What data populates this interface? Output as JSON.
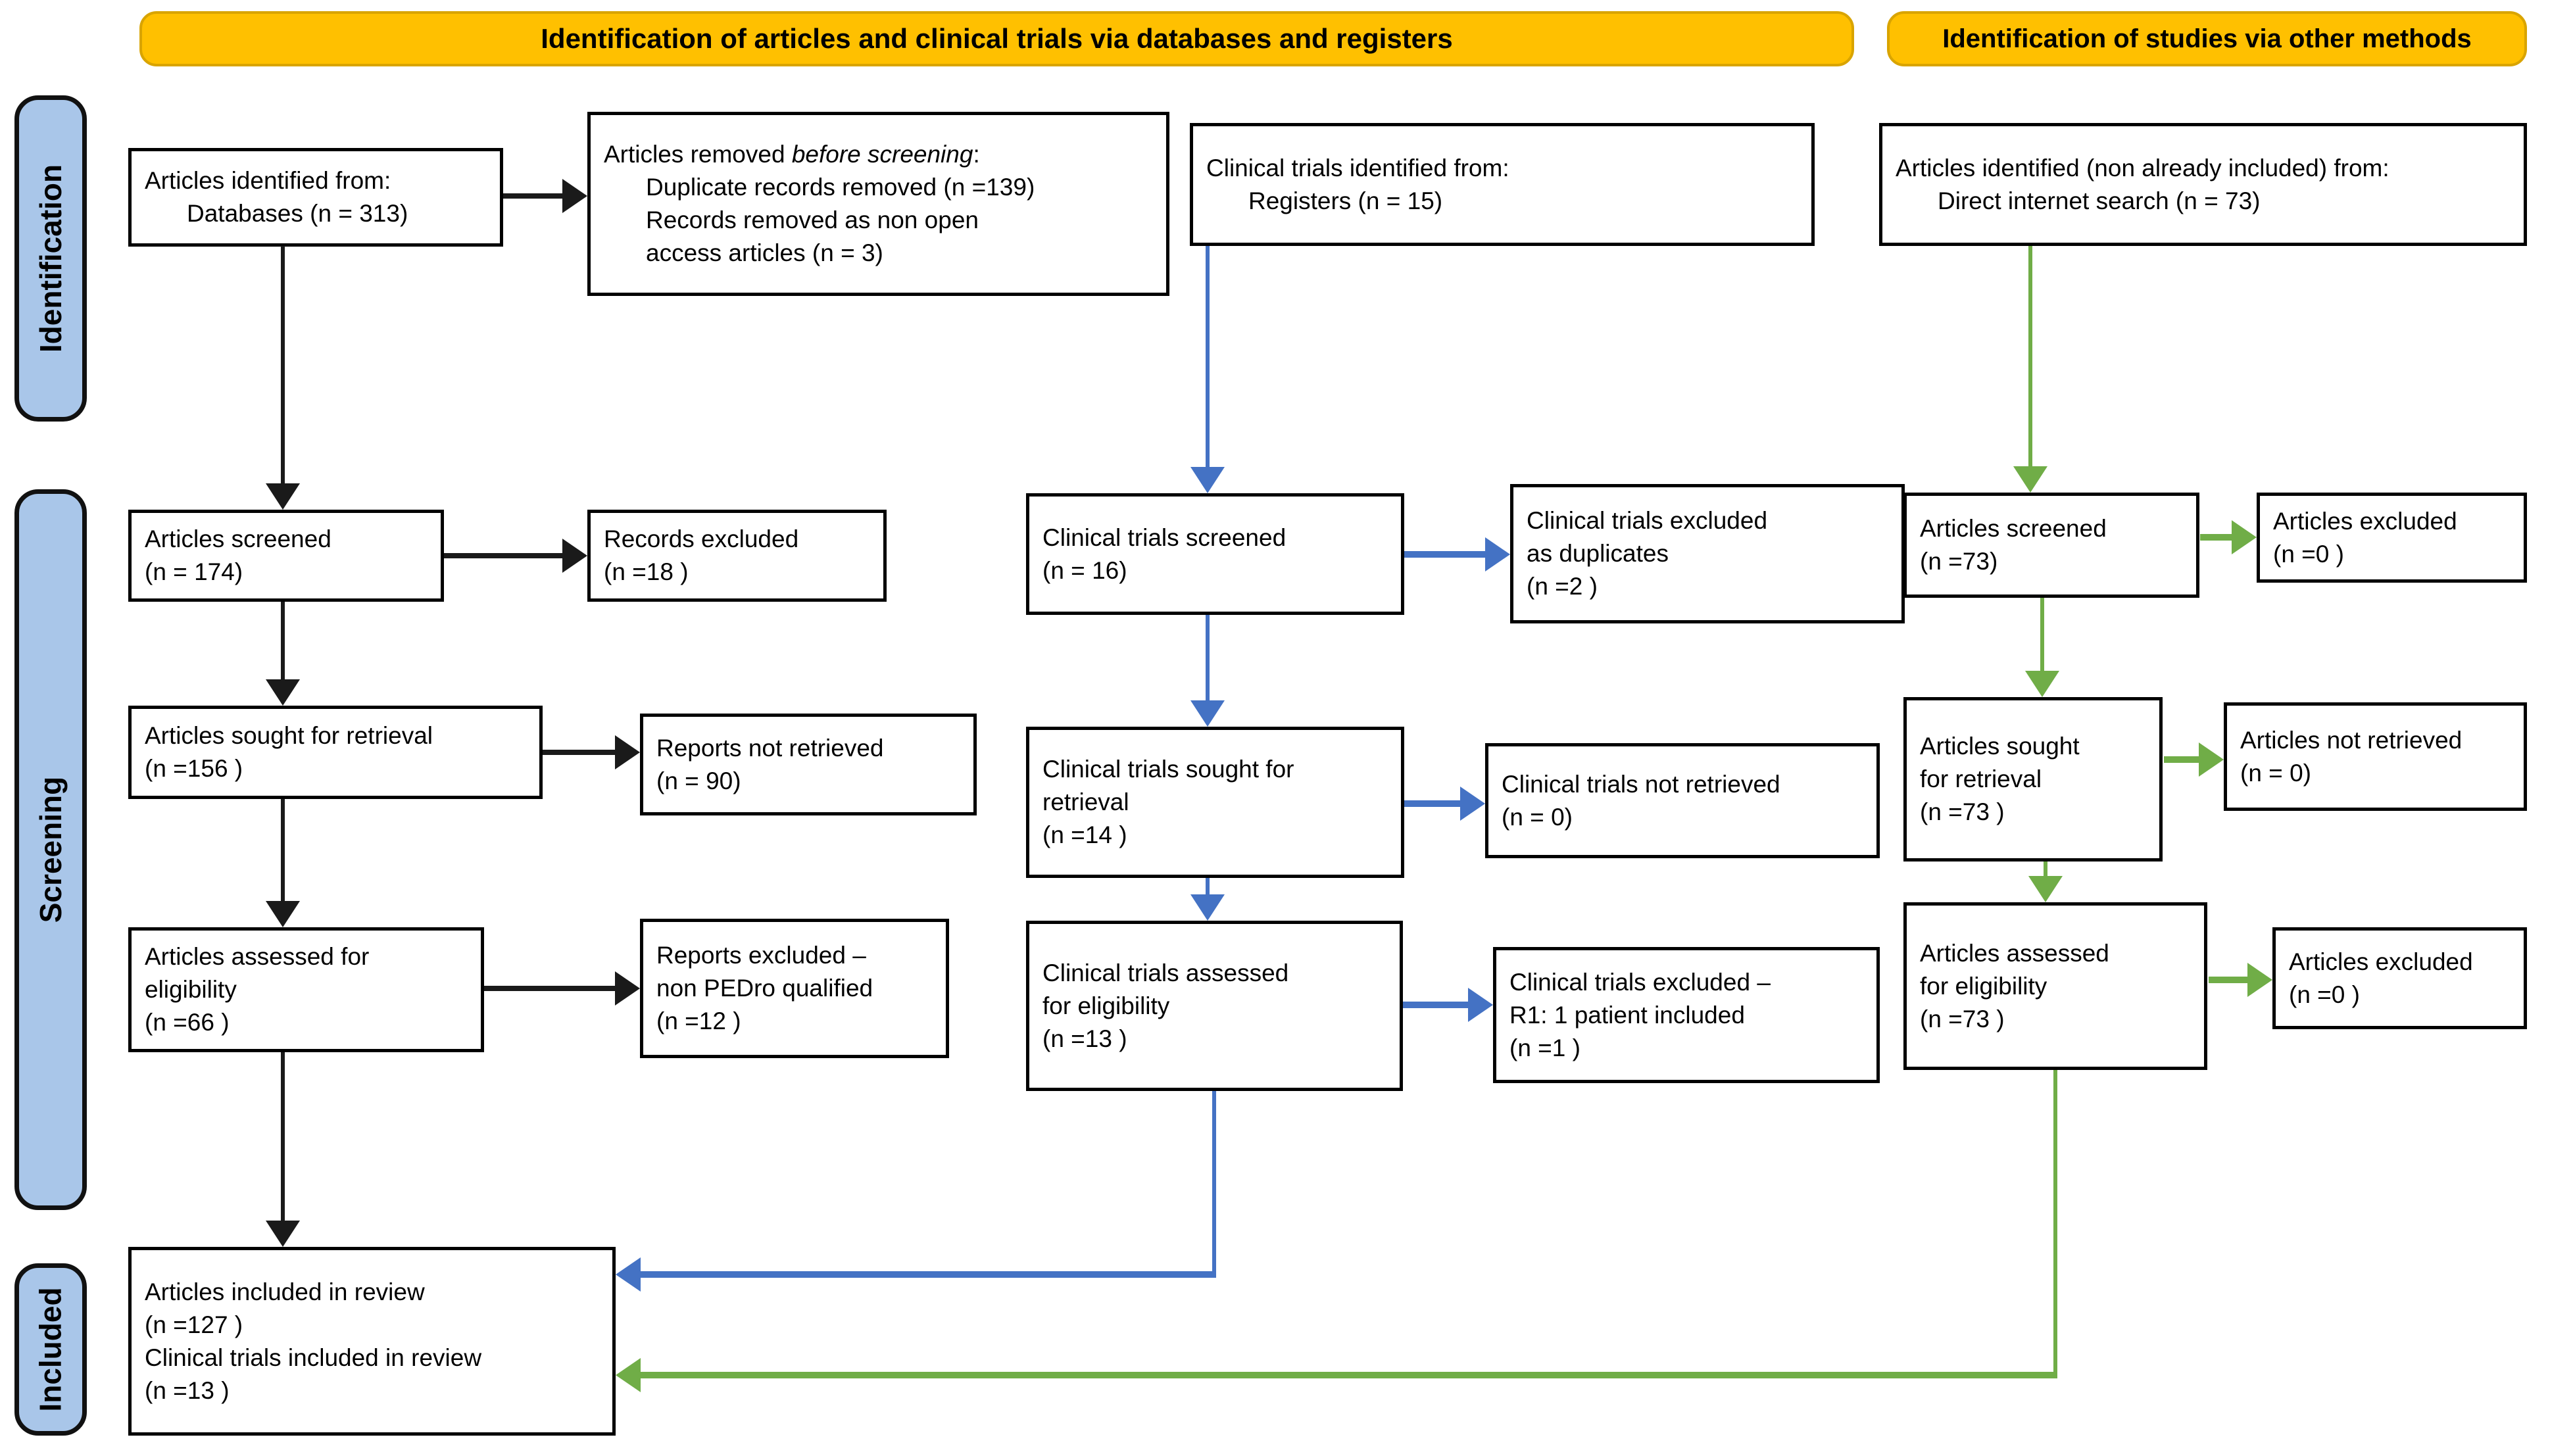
{
  "diagram": {
    "banners": {
      "databases": "Identification of articles and clinical trials via databases and registers",
      "other": "Identification of studies via other methods"
    },
    "stages": {
      "identification": "Identification",
      "screening": "Screening",
      "included": "Included"
    },
    "colors": {
      "banner_fill": "#FFC000",
      "stage_fill": "#A9C6E9",
      "flow_black": "#1A1A1A",
      "flow_blue": "#4472C4",
      "flow_green": "#70AD47",
      "box_fill": "#FFFFFF",
      "box_border": "#000000"
    },
    "boxes": {
      "articles_identified": {
        "l1": "Articles identified from:",
        "l2": "Databases (n = 313)"
      },
      "articles_removed": {
        "l1_pre": "Articles removed ",
        "l1_italic": "before screening",
        "l1_post": ":",
        "l2": "Duplicate records removed  (n =139)",
        "l3": "Records removed as non open",
        "l4": "access articles (n = 3)"
      },
      "trials_identified": {
        "l1": "Clinical trials identified from:",
        "l2": "Registers (n = 15)"
      },
      "other_identified": {
        "l1": "Articles identified (non already included) from:",
        "l2": "Direct internet search (n = 73)"
      },
      "articles_screened": {
        "l1": "Articles screened",
        "l2": "(n = 174)"
      },
      "records_excluded": {
        "l1": "Records excluded",
        "l2": "(n =18 )"
      },
      "trials_screened": {
        "l1": "Clinical trials screened",
        "l2": "(n = 16)"
      },
      "trials_excluded_duplicates": {
        "l1": "Clinical trials excluded",
        "l2": "as duplicates",
        "l3": "(n =2 )"
      },
      "other_screened": {
        "l1": "Articles screened",
        "l2": "(n =73)"
      },
      "other_excluded_screening": {
        "l1": "Articles excluded",
        "l2": "(n =0 )"
      },
      "articles_sought": {
        "l1": "Articles sought for retrieval",
        "l2": "(n =156 )"
      },
      "reports_not_retrieved": {
        "l1": "Reports not retrieved",
        "l2": "(n = 90)"
      },
      "trials_sought": {
        "l1": "Clinical trials sought for",
        "l2": "retrieval",
        "l3": "(n =14 )"
      },
      "trials_not_retrieved": {
        "l1": "Clinical trials not retrieved",
        "l2": "(n = 0)"
      },
      "other_sought": {
        "l1": "Articles sought",
        "l2": "for retrieval",
        "l3": "(n =73 )"
      },
      "other_not_retrieved": {
        "l1": "Articles not retrieved",
        "l2": "(n = 0)"
      },
      "articles_assessed": {
        "l1": "Articles assessed for",
        "l2": "eligibility",
        "l3": "(n =66 )"
      },
      "reports_excluded": {
        "l1": "Reports excluded –",
        "l2": "non PEDro qualified",
        "l3": "(n =12 )"
      },
      "trials_assessed": {
        "l1": "Clinical trials assessed",
        "l2": "for eligibility",
        "l3": "(n =13 )"
      },
      "trials_excluded_r1": {
        "l1": "Clinical trials excluded –",
        "l2": "R1: 1 patient included",
        "l3": "(n =1 )"
      },
      "other_assessed": {
        "l1": "Articles assessed",
        "l2": "for eligibility",
        "l3": "(n =73 )"
      },
      "other_excluded_eligibility": {
        "l1": "Articles excluded",
        "l2": "(n =0 )"
      },
      "included": {
        "l1": "Articles included in review",
        "l2": "(n =127 )",
        "l3": "Clinical trials included in review",
        "l4": "(n =13 )"
      }
    }
  }
}
